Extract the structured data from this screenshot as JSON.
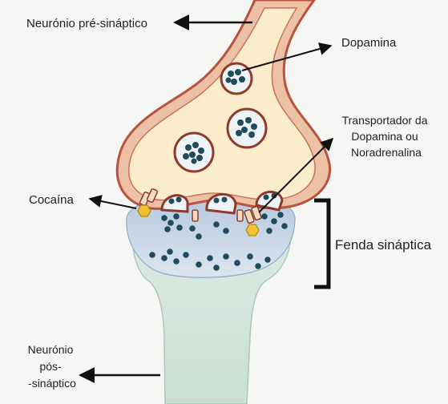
{
  "labels": {
    "presynaptic": "Neurónio pré-sináptico",
    "dopamine": "Dopamina",
    "transporter_line1": "Transportador da",
    "transporter_line2": "Dopamina ou",
    "transporter_line3": "Noradrenalina",
    "cocaine": "Cocaína",
    "cleft": "Fenda sináptica",
    "postsynaptic_line1": "Neurónio",
    "postsynaptic_line2": "pós-",
    "postsynaptic_line3": "-sináptico"
  },
  "colors": {
    "background": "#f6f6f5",
    "presynaptic_outer": "#ecc1a6",
    "presynaptic_border": "#b8533e",
    "presynaptic_inner": "#fbeccb",
    "cleft": "#c2d2e3",
    "postsynaptic": "#cfe3d9",
    "vesicle_fill": "#eef3f6",
    "vesicle_border": "#8f3a2c",
    "molecule": "#204a5e",
    "cocaine": "#f0c231",
    "text": "#1f1f1f"
  }
}
